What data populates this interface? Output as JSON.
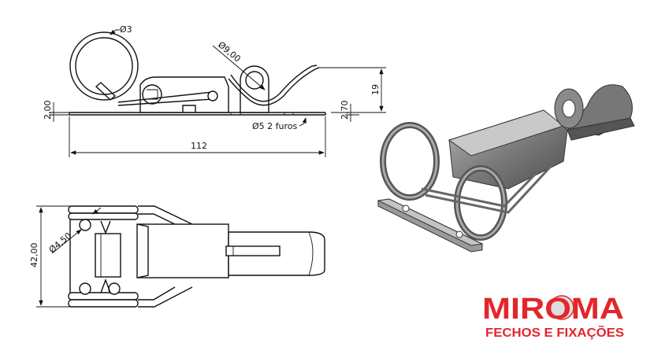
{
  "side_view": {
    "wire_diameter": "Ø3",
    "hole_diameter": "Ø9,00",
    "height": "19",
    "plate_thickness_left": "2,00",
    "plate_thickness_right": "2,70",
    "mount_holes": "Ø5  2 furos",
    "length": "112"
  },
  "top_view": {
    "width": "42,00",
    "ring_diameter": "Ø4,50"
  },
  "logo": {
    "name": "MIROMA",
    "tagline": "FECHOS E FIXAÇÕES"
  },
  "colors": {
    "brand_red": "#e3262b",
    "metal_gray": "#8a8a8a"
  }
}
